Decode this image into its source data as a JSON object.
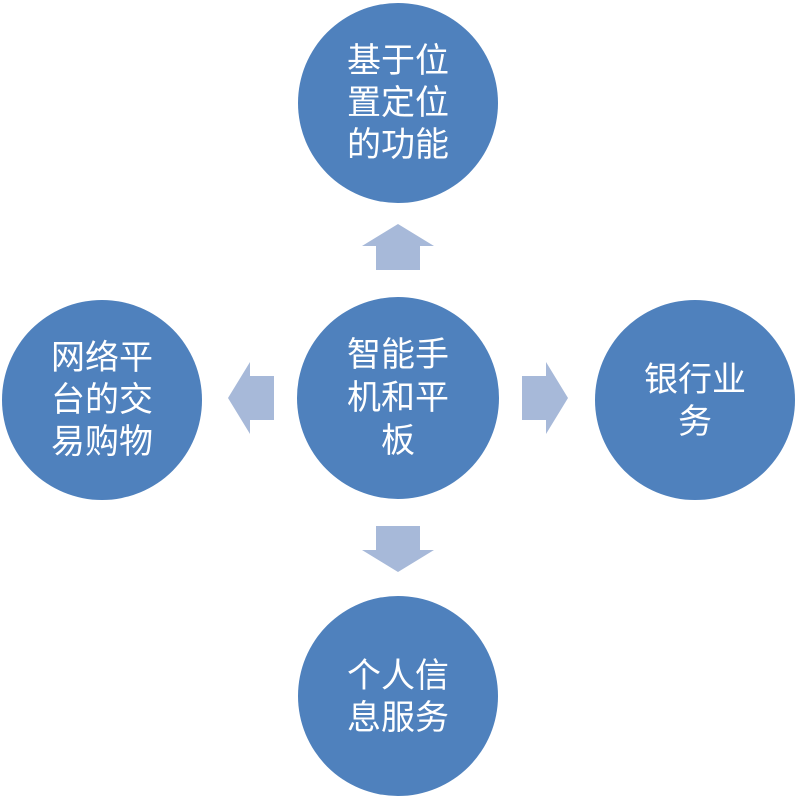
{
  "colors": {
    "node_fill": "#4f81bd",
    "arrow_fill": "#a7b9d9",
    "text": "#ffffff",
    "background": "#ffffff"
  },
  "center": {
    "lines": [
      "智能手",
      "机和平",
      "板"
    ]
  },
  "top": {
    "lines": [
      "基于位",
      "置定位",
      "的功能"
    ]
  },
  "left": {
    "lines": [
      "网络平",
      "台的交",
      "易购物"
    ]
  },
  "right": {
    "lines": [
      "银行业",
      "务"
    ]
  },
  "bottom": {
    "lines": [
      "个人信",
      "息服务"
    ]
  }
}
